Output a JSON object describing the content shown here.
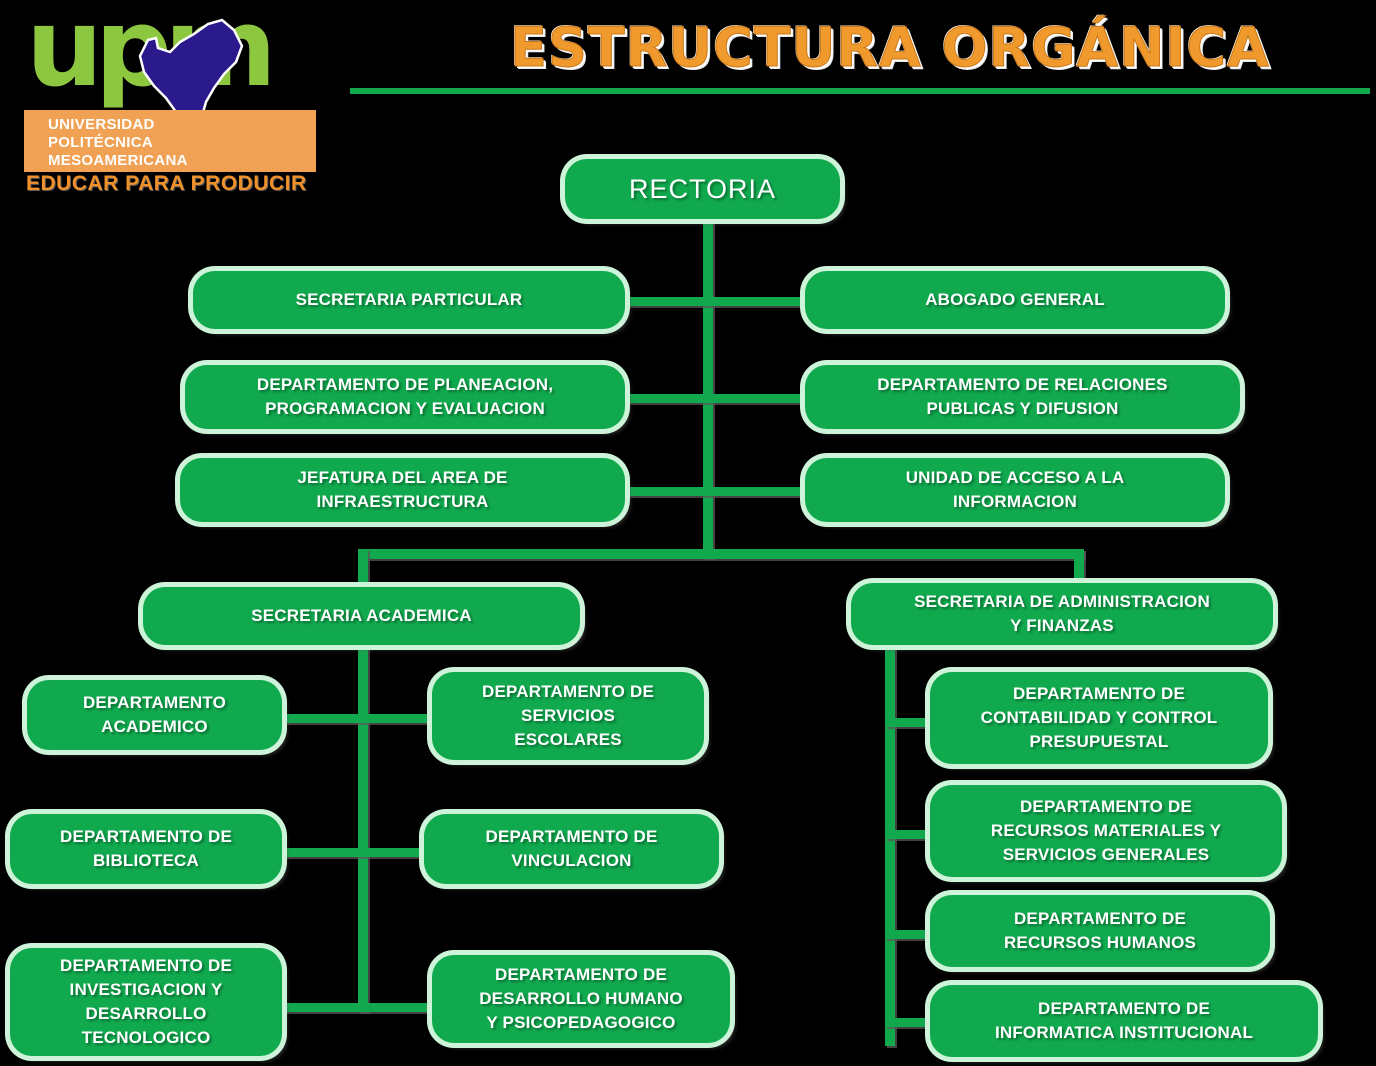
{
  "header": {
    "title": "ESTRUCTURA ORGÁNICA",
    "title_color": "#f09a2e",
    "rule_color": "#12a94e"
  },
  "logo": {
    "wordmark": "upm",
    "wordmark_color": "#8dc63f",
    "bar_color": "#f0a153",
    "map_color": "#2b1a8c",
    "line1": "UNIVERSIDAD",
    "line2": "POLITÉCNICA",
    "line3": "MESOAMERICANA",
    "slogan": "EDUCAR PARA PRODUCIR",
    "slogan_color": "#f0902a"
  },
  "chart_colors": {
    "node_fill": "#10a94e",
    "node_glow": "#cdf3d9",
    "connector": "#12a94e",
    "background": "#000000",
    "node_text": "#ffffff"
  },
  "org_chart": {
    "type": "diagram",
    "root": "RECTORIA",
    "nodes": [
      {
        "id": "rectoria",
        "label": "RECTORIA",
        "level": 0,
        "parent": null
      },
      {
        "id": "sec-particular",
        "label": "SECRETARIA PARTICULAR",
        "level": 1,
        "parent": "rectoria"
      },
      {
        "id": "abogado",
        "label": "ABOGADO GENERAL",
        "level": 1,
        "parent": "rectoria"
      },
      {
        "id": "planeacion",
        "label": "DEPARTAMENTO DE PLANEACION,\nPROGRAMACION Y EVALUACION",
        "level": 1,
        "parent": "rectoria"
      },
      {
        "id": "relaciones",
        "label": "DEPARTAMENTO DE RELACIONES\nPUBLICAS Y DIFUSION",
        "level": 1,
        "parent": "rectoria"
      },
      {
        "id": "infraestructura",
        "label": "JEFATURA DEL AREA DE\nINFRAESTRUCTURA",
        "level": 1,
        "parent": "rectoria"
      },
      {
        "id": "acceso-info",
        "label": "UNIDAD DE ACCESO A LA\nINFORMACION",
        "level": 1,
        "parent": "rectoria"
      },
      {
        "id": "sec-academica",
        "label": "SECRETARIA ACADEMICA",
        "level": 2,
        "parent": "rectoria"
      },
      {
        "id": "sec-admin",
        "label": "SECRETARIA DE ADMINISTRACION\nY FINANZAS",
        "level": 2,
        "parent": "rectoria"
      },
      {
        "id": "dep-academico",
        "label": "DEPARTAMENTO\nACADEMICO",
        "level": 3,
        "parent": "sec-academica"
      },
      {
        "id": "serv-escolares",
        "label": "DEPARTAMENTO DE\nSERVICIOS\nESCOLARES",
        "level": 3,
        "parent": "sec-academica"
      },
      {
        "id": "biblioteca",
        "label": "DEPARTAMENTO DE\nBIBLIOTECA",
        "level": 3,
        "parent": "sec-academica"
      },
      {
        "id": "vinculacion",
        "label": "DEPARTAMENTO DE\nVINCULACION",
        "level": 3,
        "parent": "sec-academica"
      },
      {
        "id": "investigacion",
        "label": "DEPARTAMENTO  DE\nINVESTIGACION Y\nDESARROLLO\nTECNOLOGICO",
        "level": 3,
        "parent": "sec-academica"
      },
      {
        "id": "desarrollo-hum",
        "label": "DEPARTAMENTO DE\nDESARROLLO HUMANO\nY PSICOPEDAGOGICO",
        "level": 3,
        "parent": "sec-academica"
      },
      {
        "id": "contabilidad",
        "label": "DEPARTAMENTO DE\nCONTABILIDAD Y CONTROL\nPRESUPUESTAL",
        "level": 3,
        "parent": "sec-admin"
      },
      {
        "id": "rec-materiales",
        "label": "DEPARTAMENTO DE\nRECURSOS MATERIALES Y\nSERVICIOS GENERALES",
        "level": 3,
        "parent": "sec-admin"
      },
      {
        "id": "rec-humanos",
        "label": "DEPARTAMENTO DE\nRECURSOS HUMANOS",
        "level": 3,
        "parent": "sec-admin"
      },
      {
        "id": "informatica",
        "label": "DEPARTAMENTO DE\nINFORMATICA INSTITUCIONAL",
        "level": 3,
        "parent": "sec-admin"
      }
    ]
  }
}
